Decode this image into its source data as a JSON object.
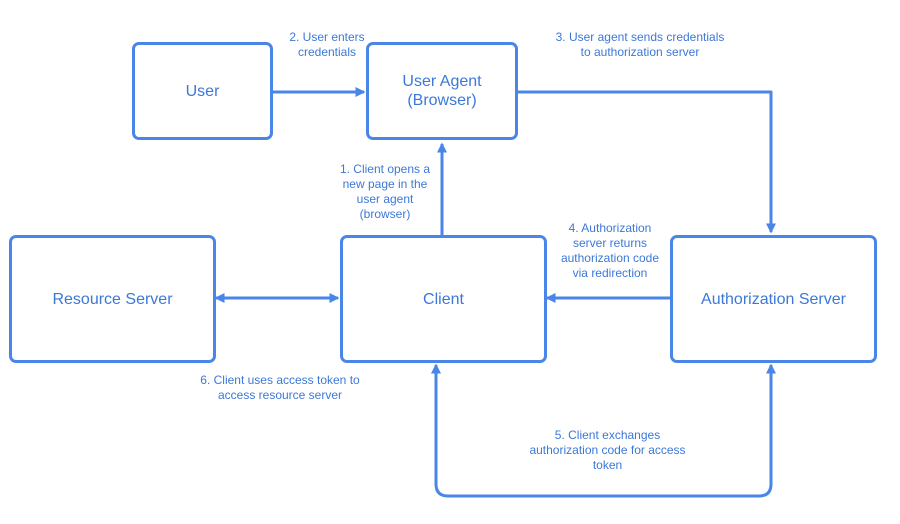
{
  "colors": {
    "accent": "#4a86e8",
    "text": "#3c78d8",
    "background": "#ffffff"
  },
  "nodes": {
    "user": "User",
    "user_agent": "User Agent\n(Browser)",
    "client": "Client",
    "resource_server": "Resource Server",
    "authorization_server": "Authorization Server"
  },
  "steps": {
    "step1": "1. Client opens a\nnew page in the\nuser agent\n(browser)",
    "step2": "2. User enters\ncredentials",
    "step3": "3. User agent sends credentials\nto authorization server",
    "step4": "4. Authorization\nserver returns\nauthorization code\nvia redirection",
    "step5": "5. Client exchanges\nauthorization code for access\ntoken",
    "step6": "6. Client uses access token to\naccess resource server"
  }
}
